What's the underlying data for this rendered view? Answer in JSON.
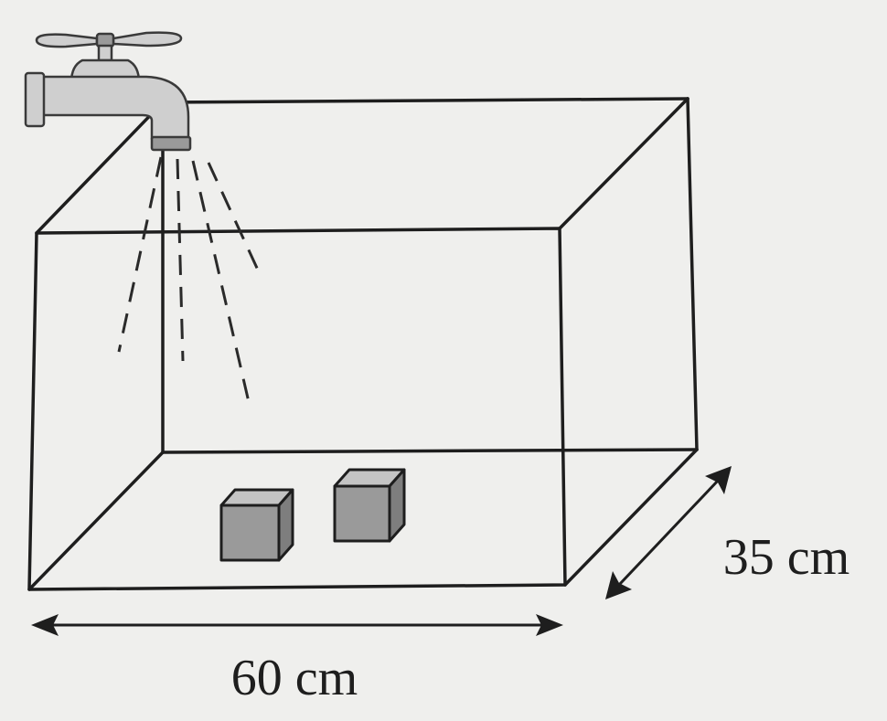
{
  "labels": {
    "length": "60 cm",
    "depth": "35 cm"
  },
  "objects": {
    "cube_count": 2,
    "tap": "tap-icon"
  },
  "colors": {
    "line": "#1e1e1e",
    "cube_front": "#9a9a9a",
    "cube_top": "#c4c4c4",
    "cube_side": "#7e7e7e",
    "background": "#efefed"
  }
}
